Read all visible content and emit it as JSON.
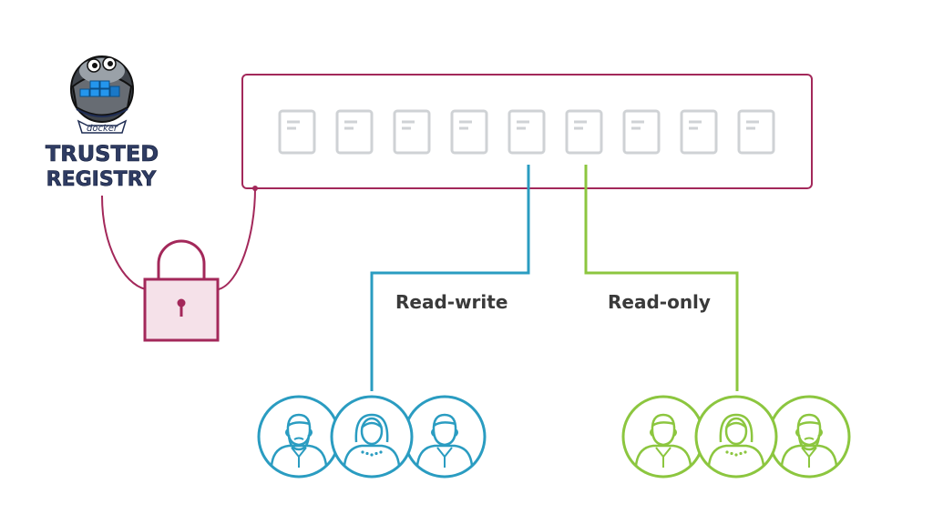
{
  "logo": {
    "name": "Docker Trusted Registry logo",
    "brand_small": "docker",
    "line1": "TRUSTED",
    "line2": "REGISTRY"
  },
  "access": {
    "read_write_label": "Read-write",
    "read_only_label": "Read-only"
  },
  "repository_count": 9,
  "groups": [
    {
      "access": "read-write",
      "members": [
        "man-bearded",
        "woman",
        "man"
      ]
    },
    {
      "access": "read-only",
      "members": [
        "man",
        "woman",
        "man-bearded"
      ]
    }
  ],
  "colors": {
    "registry": "#a3285a",
    "lock_fill": "#f5e1e9",
    "repo_icon": "#cfd2d5",
    "read_write": "#2a9cc1",
    "read_only": "#8cc63f",
    "text": "#3a3a3a",
    "logo_navy": "#1f2d54",
    "logo_blue": "#2496ed"
  },
  "icons": {
    "lock": "padlock-icon",
    "repository": "document-icon",
    "user": "person-icon"
  }
}
